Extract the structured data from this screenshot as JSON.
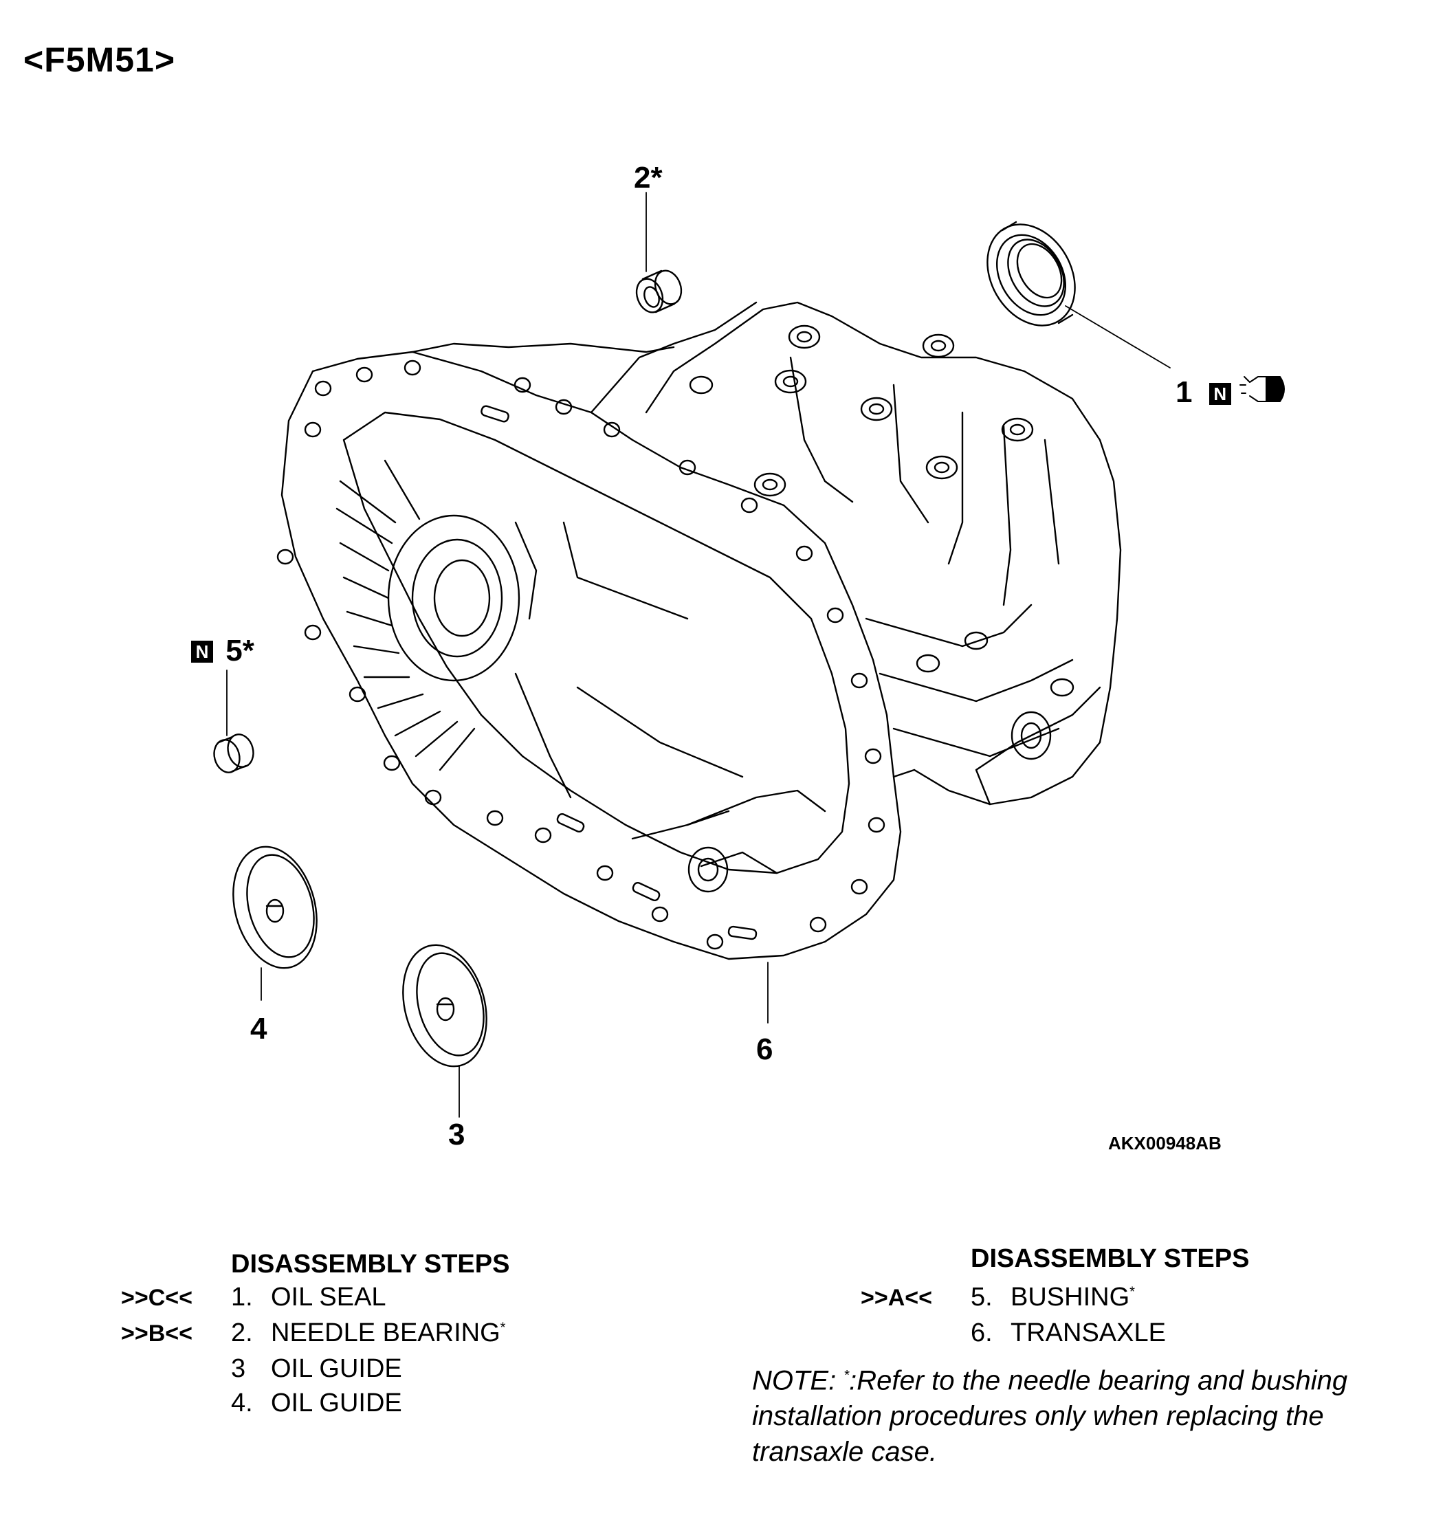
{
  "title": "<F5M51>",
  "figure_id": "AKX00948AB",
  "callouts": {
    "c1": "1",
    "c2": "2*",
    "c3": "3",
    "c4": "4",
    "c5": "5*",
    "c6": "6",
    "n_symbol": "N"
  },
  "left_steps": {
    "heading": "DISASSEMBLY STEPS",
    "items": [
      {
        "ref": ">>C<<",
        "num": "1.",
        "label": "OIL SEAL",
        "star": ""
      },
      {
        "ref": ">>B<<",
        "num": "2.",
        "label": "NEEDLE BEARING",
        "star": "*"
      },
      {
        "ref": "",
        "num": "3",
        "label": "OIL GUIDE",
        "star": ""
      },
      {
        "ref": "",
        "num": "4.",
        "label": "OIL GUIDE",
        "star": ""
      }
    ]
  },
  "right_steps": {
    "heading": "DISASSEMBLY STEPS",
    "items": [
      {
        "ref": ">>A<<",
        "num": "5.",
        "label": "BUSHING",
        "star": "*"
      },
      {
        "ref": "",
        "num": "6.",
        "label": "TRANSAXLE",
        "star": ""
      }
    ]
  },
  "note": {
    "prefix": "NOTE: ",
    "star": "*",
    "text": ":Refer to the needle bearing and bushing installation procedures only when replacing the transaxle case."
  }
}
